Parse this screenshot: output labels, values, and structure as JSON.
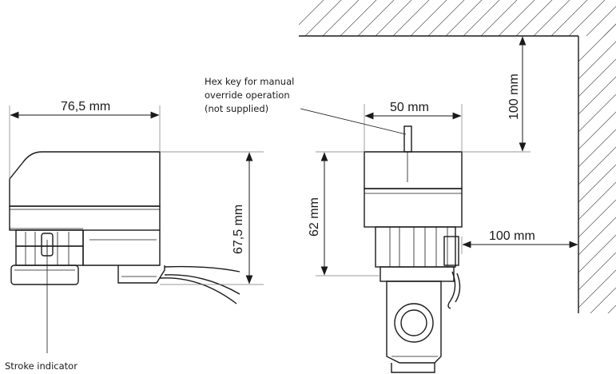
{
  "dimensions": {
    "width_left": "76,5 mm",
    "height_left": "67,5 mm",
    "width_right": "50 mm",
    "height_right": "62 mm",
    "clearance_top": "100 mm",
    "clearance_side": "100 mm"
  },
  "callouts": {
    "hex_key_line1": "Hex key for manual",
    "hex_key_line2": "override operation",
    "hex_key_line3": "(not supplied)",
    "stroke_indicator": "Stroke indicator"
  },
  "colors": {
    "line": "#1a1a1a",
    "body_fill": "#ffffff",
    "band_fill": "#eeeeee"
  }
}
